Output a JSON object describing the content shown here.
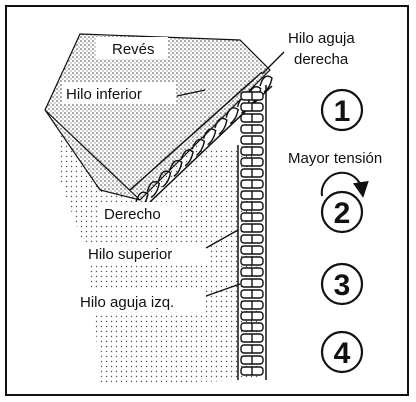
{
  "labels": {
    "reves": "Revés",
    "hilo_inferior": "Hilo inferior",
    "derecho": "Derecho",
    "hilo_superior": "Hilo superior",
    "hilo_aguja_izq": "Hilo aguja izq.",
    "hilo_aguja_derecha_line1": "Hilo aguja",
    "hilo_aguja_derecha_line2": "derecha",
    "mayor_tension": "Mayor tensión"
  },
  "tension_steps": [
    "1",
    "2",
    "3",
    "4"
  ],
  "icons": {
    "tension_arrow": "clockwise-arrow-icon"
  },
  "colors": {
    "line": "#111111",
    "background": "#ffffff",
    "label_bg": "#ffffff"
  }
}
